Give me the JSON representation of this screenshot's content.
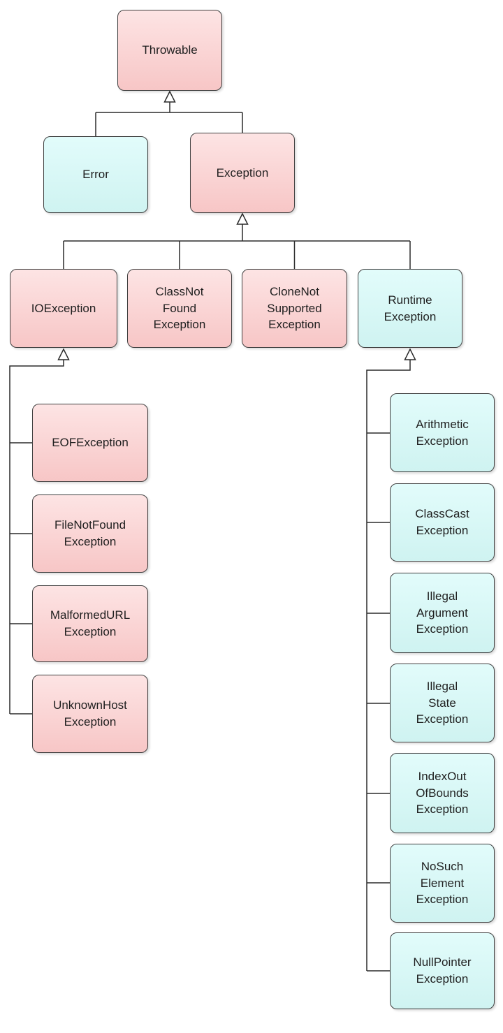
{
  "colors": {
    "pink_box_top": "#fde4e4",
    "pink_box_bottom": "#f7c6c6",
    "cyan_box_top": "#e2fcfb",
    "cyan_box_bottom": "#cff3f1",
    "box_border": "#404040",
    "connector": "#2b2b2b",
    "background": "#ffffff",
    "text": "#1f1f1f"
  },
  "nodes": {
    "throwable": {
      "label": "Throwable",
      "color": "pink"
    },
    "error": {
      "label": "Error",
      "color": "cyan"
    },
    "exception": {
      "label": "Exception",
      "color": "pink"
    },
    "ioexception": {
      "label": "IOException",
      "color": "pink"
    },
    "classnotfound": {
      "label": "ClassNot\nFound\nException",
      "color": "pink"
    },
    "clonenotsupported": {
      "label": "CloneNot\nSupported\nException",
      "color": "pink"
    },
    "runtime": {
      "label": "Runtime\nException",
      "color": "cyan"
    },
    "eof": {
      "label": "EOFException",
      "color": "pink"
    },
    "filenotfound": {
      "label": "FileNotFound\nException",
      "color": "pink"
    },
    "malformedurl": {
      "label": "MalformedURL\nException",
      "color": "pink"
    },
    "unknownhost": {
      "label": "UnknownHost\nException",
      "color": "pink"
    },
    "arithmetic": {
      "label": "Arithmetic\nException",
      "color": "cyan"
    },
    "classcast": {
      "label": "ClassCast\nException",
      "color": "cyan"
    },
    "illegalargument": {
      "label": "Illegal\nArgument\nException",
      "color": "cyan"
    },
    "illegalstate": {
      "label": "Illegal\nState\nException",
      "color": "cyan"
    },
    "indexoutofbounds": {
      "label": "IndexOut\nOfBounds\nException",
      "color": "cyan"
    },
    "nosuchelement": {
      "label": "NoSuch\nElement\nException",
      "color": "cyan"
    },
    "nullpointer": {
      "label": "NullPointer\nException",
      "color": "cyan"
    }
  }
}
